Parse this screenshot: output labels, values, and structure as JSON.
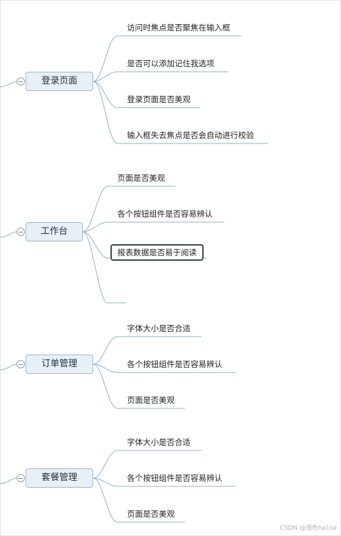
{
  "groups": [
    {
      "title": "登录页面",
      "items": [
        "访问时焦点是否聚焦在输入框",
        "是否可以添加记住我选项",
        "登录页面是否美观",
        "输入框失去焦点是否会自动进行校验"
      ]
    },
    {
      "title": "工作台",
      "items": [
        "页面是否美观",
        "各个按钮组件是否容易辨认",
        "报表数据是否易于阅读",
        ""
      ]
    },
    {
      "title": "订单管理",
      "items": [
        "字体大小是否合适",
        "各个按钮组件是否容易辨认",
        "页面是否美观"
      ]
    },
    {
      "title": "套餐管理",
      "items": [
        "字体大小是否合适",
        "各个按钮组件是否容易辨认",
        "页面是否美观"
      ]
    }
  ],
  "selected": {
    "group": 1,
    "item": 2
  },
  "watermark": "CSDN @滑色ha1se"
}
